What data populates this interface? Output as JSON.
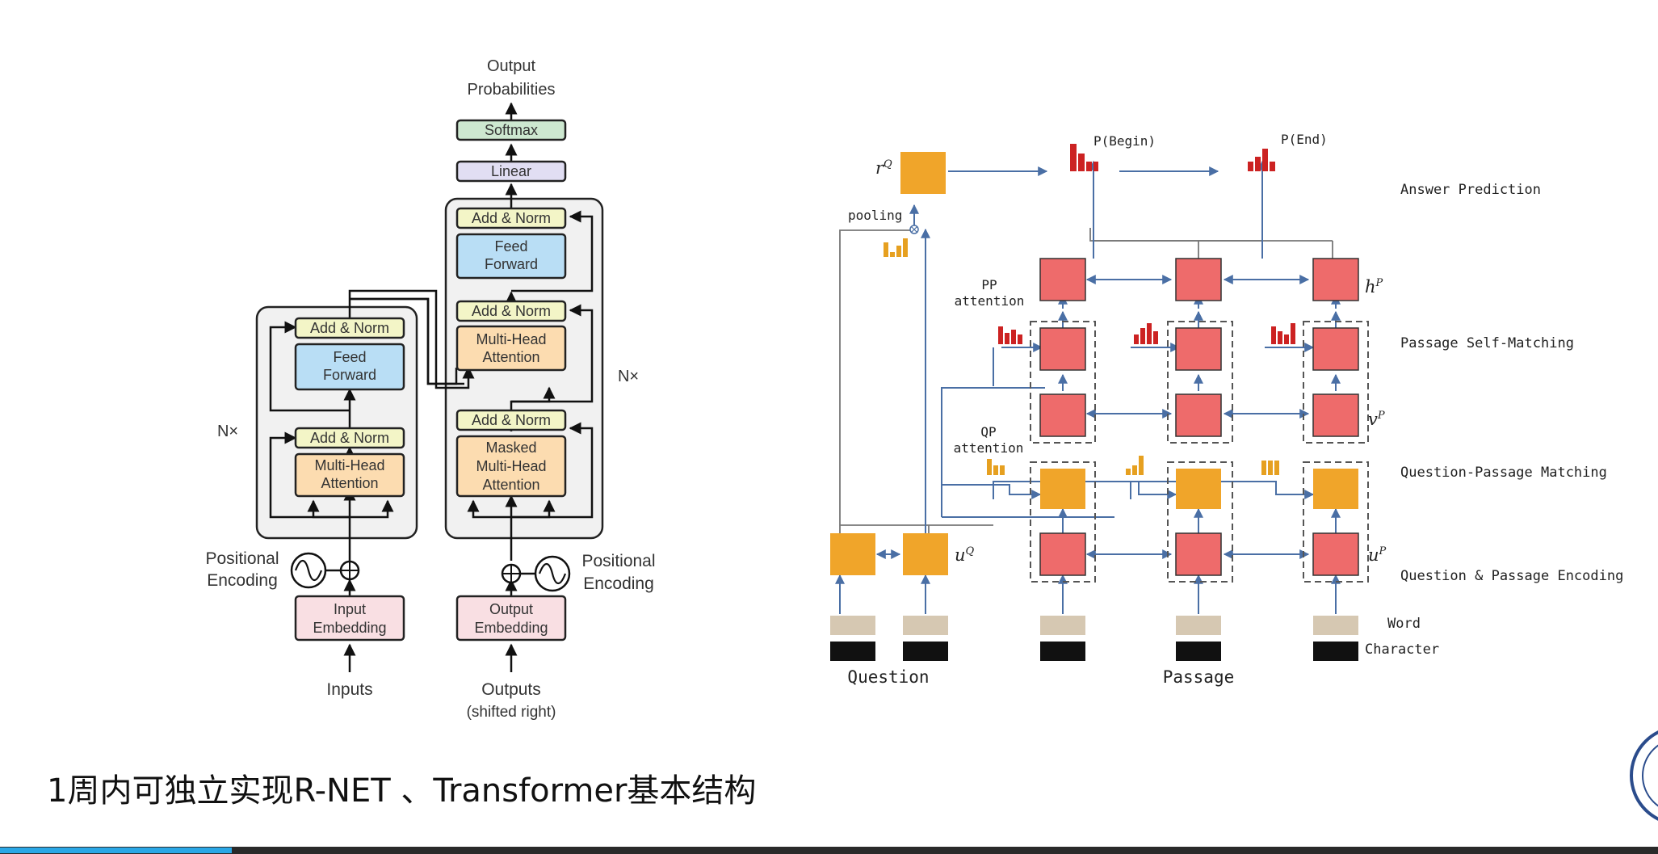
{
  "transformer": {
    "output_probabilities": [
      "Output",
      "Probabilities"
    ],
    "softmax": "Softmax",
    "linear": "Linear",
    "add_norm": "Add & Norm",
    "feed_forward": [
      "Feed",
      "Forward"
    ],
    "multi_head_attention": [
      "Multi-Head",
      "Attention"
    ],
    "masked_multi_head_attention": [
      "Masked",
      "Multi-Head",
      "Attention"
    ],
    "nx": "N×",
    "positional_encoding": [
      "Positional",
      "Encoding"
    ],
    "input_embedding": [
      "Input",
      "Embedding"
    ],
    "output_embedding": [
      "Output",
      "Embedding"
    ],
    "inputs": "Inputs",
    "outputs": [
      "Outputs",
      "(shifted right)"
    ]
  },
  "rnet": {
    "p_begin": "P(Begin)",
    "p_end": "P(End)",
    "pooling": "pooling",
    "pp_attention": [
      "PP",
      "attention"
    ],
    "qp_attention": [
      "QP",
      "attention"
    ],
    "layers": [
      "Answer Prediction",
      "Passage Self-Matching",
      "Question-Passage Matching",
      "Question & Passage Encoding",
      "Word",
      "Character"
    ],
    "question": "Question",
    "passage": "Passage",
    "symbols": {
      "rq_base": "r",
      "rq_sup": "Q",
      "uq_base": "u",
      "uq_sup": "Q",
      "hp_base": "h",
      "hp_sup": "P",
      "vp_base": "v",
      "vp_sup": "P",
      "up_base": "u",
      "up_sup": "P"
    }
  },
  "caption": "1周内可独立实现R-NET 、Transformer基本结构",
  "colors": {
    "add_norm": "#f3f5c7",
    "feed_forward": "#b9def5",
    "attention": "#fcdcb0",
    "embedding": "#f9dfe3",
    "softmax": "#cde8d0",
    "linear": "#e1def3",
    "encoding_block": "#ee6b6b",
    "attention_block": "#f0a52a",
    "word": "#d6c8b2",
    "character": "#111111",
    "arrow_blue": "#4a6fa5",
    "progress": "#2aa7e6"
  },
  "progress_fraction": 0.14
}
